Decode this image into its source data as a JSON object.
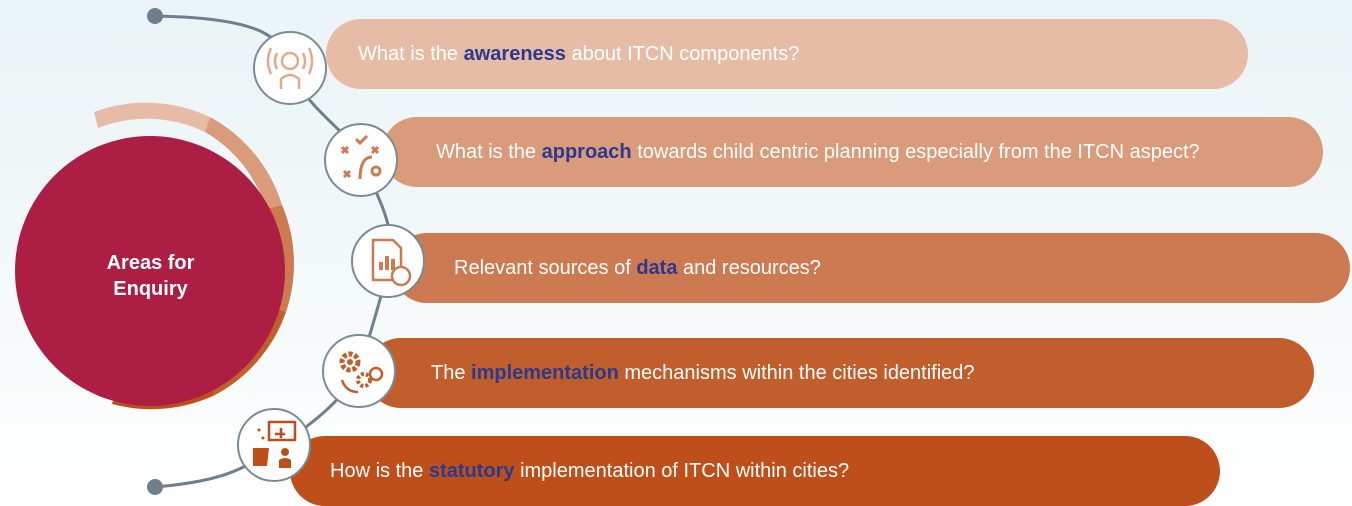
{
  "center": {
    "label_line1": "Areas for",
    "label_line2": "Enquiry"
  },
  "items": [
    {
      "pre": "What is the ",
      "keyword": "awareness",
      "post": " about ITCN components?",
      "icon": "awareness-broadcast-icon"
    },
    {
      "pre": "What is the ",
      "keyword": "approach",
      "post": " towards child centric planning especially from the ITCN aspect?",
      "icon": "strategy-path-icon"
    },
    {
      "pre": "Relevant sources of ",
      "keyword": "data",
      "post": " and resources?",
      "icon": "data-report-icon"
    },
    {
      "pre": "The ",
      "keyword": "implementation",
      "post": " mechanisms within the cities identified?",
      "icon": "gears-implementation-icon"
    },
    {
      "pre": "How is the ",
      "keyword": "statutory",
      "post": " implementation of ITCN within cities?",
      "icon": "statutory-document-icon"
    }
  ],
  "colors": {
    "center_circle": "#ad1e45",
    "keyword": "#2a3a8c",
    "bar_1": "#e7bca6",
    "bar_2": "#d99b79",
    "bar_3": "#cd7a52",
    "bar_4": "#c25d2c",
    "bar_5": "#bf4f1a",
    "connector": "#6f7f8c"
  }
}
